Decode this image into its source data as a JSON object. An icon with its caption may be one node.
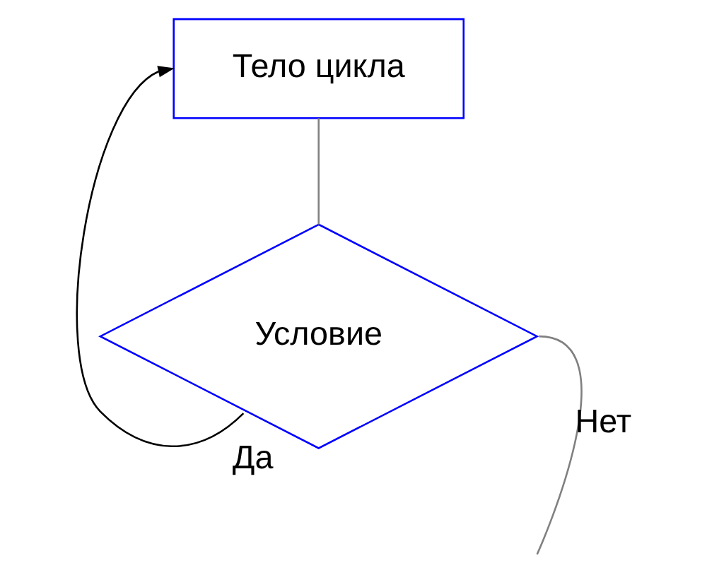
{
  "diagram": {
    "nodes": [
      {
        "text": [
          "Тело цикла"
        ]
      },
      {
        "text": [
          "Условие"
        ]
      }
    ],
    "edges": [
      {
        "from": 0,
        "to": 1,
        "arrow": "none"
      },
      {
        "from": 1,
        "to": 0,
        "arrow": "to",
        "label": "Да",
        "color": "#000000"
      },
      {
        "from": 1,
        "to": null,
        "arrow": "none",
        "label": "Нет"
      }
    ]
  }
}
